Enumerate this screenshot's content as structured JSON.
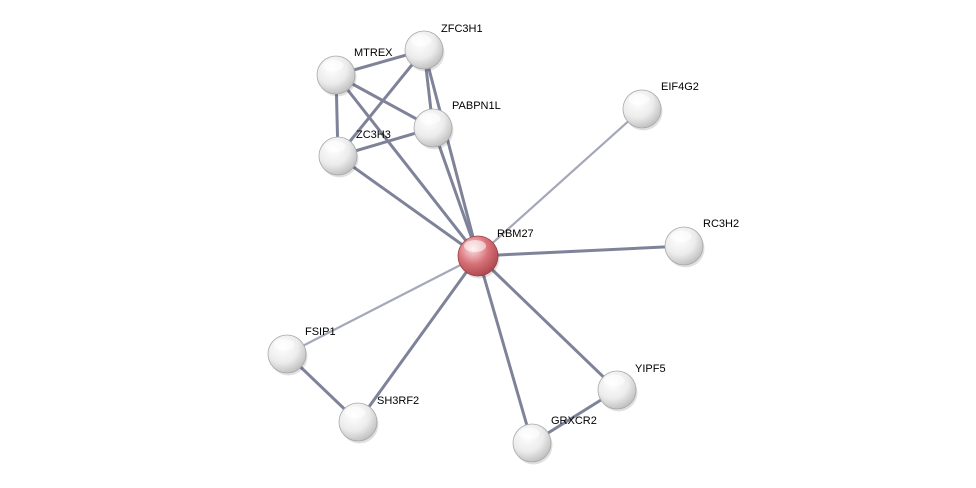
{
  "colors": {
    "edge": "#7f8399",
    "edge_light": "#a5a8b8",
    "node_default": "#e6e6e6",
    "node_query": "#d9737a"
  },
  "network": {
    "nodes": [
      {
        "id": "RBM27",
        "label": "RBM27",
        "query": true
      },
      {
        "id": "ZFC3H1",
        "label": "ZFC3H1",
        "query": false
      },
      {
        "id": "MTREX",
        "label": "MTREX",
        "query": false
      },
      {
        "id": "PABPN1L",
        "label": "PABPN1L",
        "query": false
      },
      {
        "id": "ZC3H3",
        "label": "ZC3H3",
        "query": false
      },
      {
        "id": "EIF4G2",
        "label": "EIF4G2",
        "query": false
      },
      {
        "id": "RC3H2",
        "label": "RC3H2",
        "query": false
      },
      {
        "id": "FSIP1",
        "label": "FSIP1",
        "query": false
      },
      {
        "id": "SH3RF2",
        "label": "SH3RF2",
        "query": false
      },
      {
        "id": "YIPF5",
        "label": "YIPF5",
        "query": false
      },
      {
        "id": "GRXCR2",
        "label": "GRXCR2",
        "query": false
      }
    ],
    "edges": [
      {
        "source": "ZFC3H1",
        "target": "MTREX",
        "strength": "strong"
      },
      {
        "source": "ZFC3H1",
        "target": "ZC3H3",
        "strength": "strong"
      },
      {
        "source": "ZFC3H1",
        "target": "PABPN1L",
        "strength": "strong"
      },
      {
        "source": "ZFC3H1",
        "target": "RBM27",
        "strength": "strong"
      },
      {
        "source": "MTREX",
        "target": "ZC3H3",
        "strength": "strong"
      },
      {
        "source": "MTREX",
        "target": "PABPN1L",
        "strength": "strong"
      },
      {
        "source": "MTREX",
        "target": "RBM27",
        "strength": "strong"
      },
      {
        "source": "ZC3H3",
        "target": "PABPN1L",
        "strength": "strong"
      },
      {
        "source": "ZC3H3",
        "target": "RBM27",
        "strength": "strong"
      },
      {
        "source": "PABPN1L",
        "target": "RBM27",
        "strength": "strong"
      },
      {
        "source": "RBM27",
        "target": "EIF4G2",
        "strength": "weak"
      },
      {
        "source": "RBM27",
        "target": "RC3H2",
        "strength": "strong"
      },
      {
        "source": "RBM27",
        "target": "FSIP1",
        "strength": "weak"
      },
      {
        "source": "RBM27",
        "target": "SH3RF2",
        "strength": "strong"
      },
      {
        "source": "RBM27",
        "target": "YIPF5",
        "strength": "strong"
      },
      {
        "source": "RBM27",
        "target": "GRXCR2",
        "strength": "strong"
      },
      {
        "source": "FSIP1",
        "target": "SH3RF2",
        "strength": "strong"
      },
      {
        "source": "YIPF5",
        "target": "GRXCR2",
        "strength": "strong"
      }
    ]
  }
}
